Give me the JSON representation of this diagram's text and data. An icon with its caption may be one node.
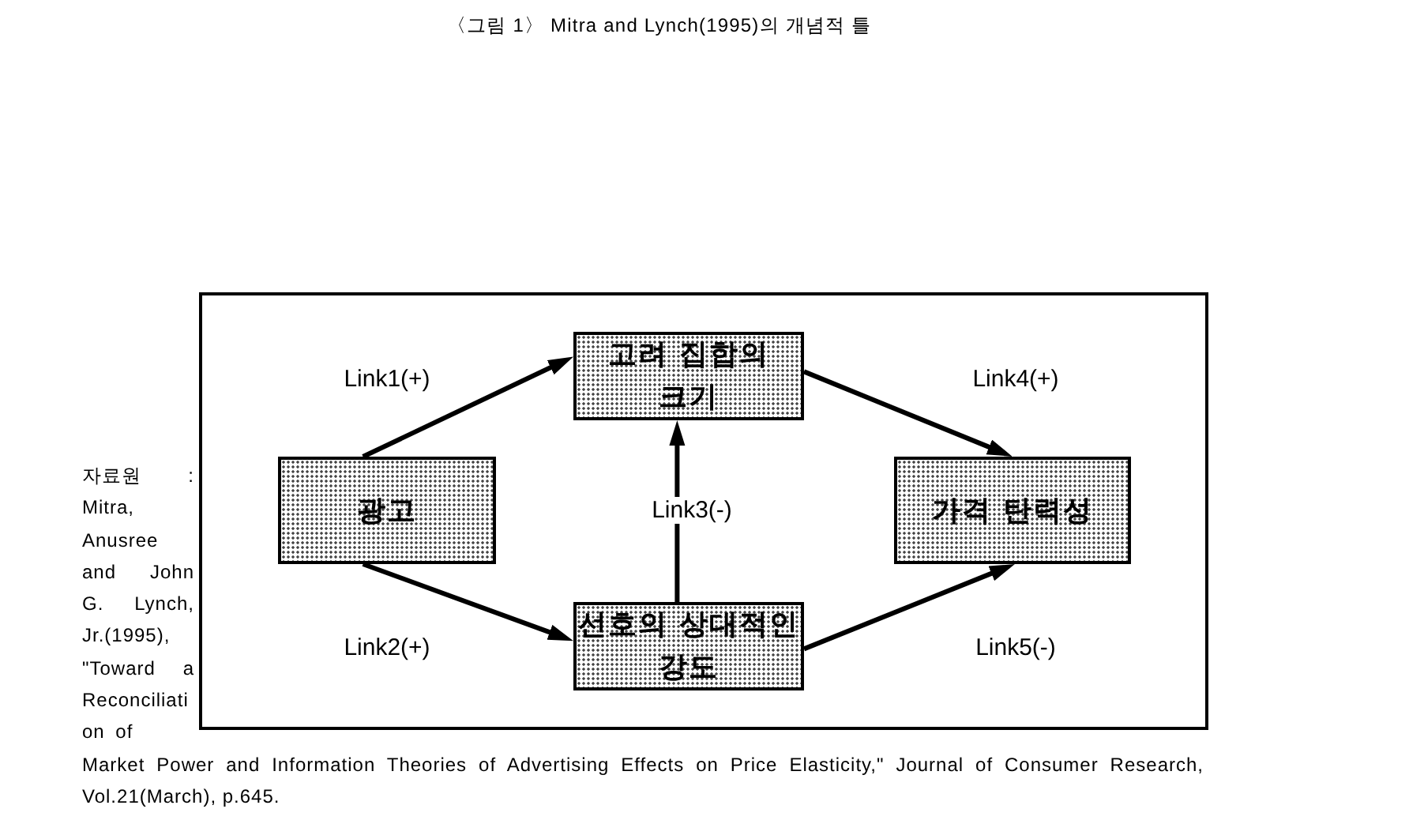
{
  "diagram": {
    "title": "〈그림 1〉 Mitra and Lynch(1995)의 개념적 틀",
    "nodes": [
      {
        "text": [],
        "shape": "box"
      },
      {
        "text": [
          "고려 집합의 크기"
        ],
        "in": 0
      },
      {
        "text": [
          "광고"
        ],
        "in": 0
      },
      {
        "text": [
          "가격 탄력성"
        ],
        "in": 0
      },
      {
        "text": [
          "선호의 상대적인 강도"
        ],
        "in": 0
      }
    ],
    "edges": [
      {
        "from": 2,
        "to": 1,
        "arrow": "to",
        "label": "Link1(+)"
      },
      {
        "from": 2,
        "to": 4,
        "arrow": "to",
        "label": "Link2(+)"
      },
      {
        "from": 4,
        "to": 1,
        "arrow": "to",
        "label": "Link3(-)"
      },
      {
        "from": 1,
        "to": 3,
        "arrow": "to",
        "label": "Link4(+)"
      },
      {
        "from": 4,
        "to": 3,
        "arrow": "to",
        "label": "Link5(-)"
      }
    ],
    "labels": [
      "자료원 : Mitra, Anusree and John G. Lynch, Jr.(1995), \"Toward a Reconciliation of",
      "Market Power and Information Theories of Advertising Effects on Price Elasticity,\" Journal of Consumer Research, Vol.21(March), p.645."
    ]
  }
}
